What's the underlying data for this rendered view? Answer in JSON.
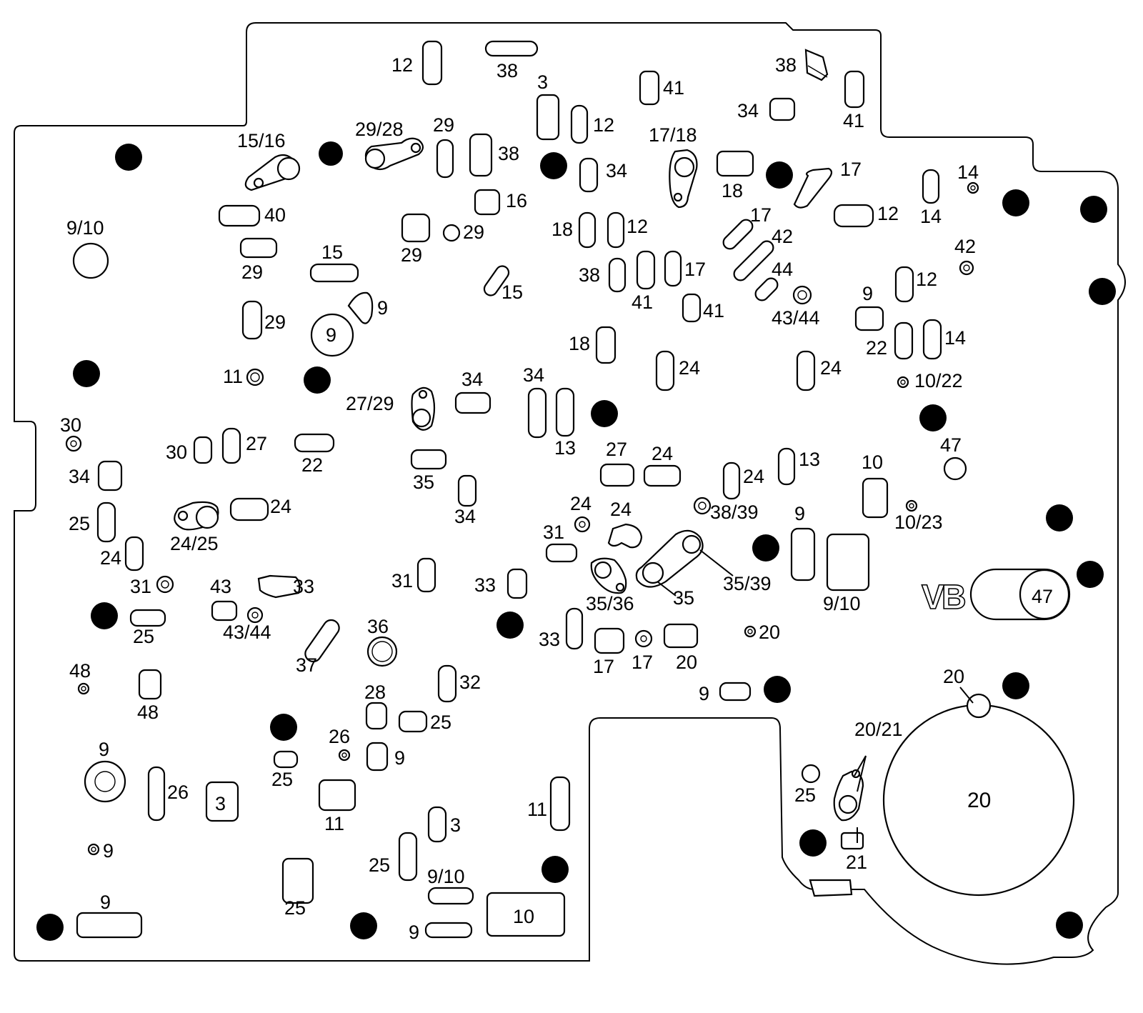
{
  "labels": {
    "l12a": "12",
    "l38a": "38",
    "l3a": "3",
    "l12b": "12",
    "l41a": "41",
    "l38b": "38",
    "l34a": "34",
    "l41b": "41",
    "l1516": "15/16",
    "l2928": "29/28",
    "l29a": "29",
    "l38c": "38",
    "l34b": "34",
    "l1718": "17/18",
    "l18a": "18",
    "l17a": "17",
    "l14a": "14",
    "l14b": "14",
    "l12c": "12",
    "l16": "16",
    "l40": "40",
    "l910a": "9/10",
    "l29b": "29",
    "l29c": "29",
    "l29d": "29",
    "l15a": "15",
    "l15b": "15",
    "l18b": "18",
    "l12d": "12",
    "l17b": "17",
    "l42a": "42",
    "l44": "44",
    "l38d": "38",
    "l41c": "41",
    "l17c": "17",
    "l41d": "41",
    "l4344a": "43/44",
    "l42b": "42",
    "l12e": "12",
    "l9a": "9",
    "l29e": "29",
    "l9b": "9",
    "l9c": "9",
    "l22a": "22",
    "l14c": "14",
    "l18c": "18",
    "l24a": "24",
    "l24b": "24",
    "l1022": "10/22",
    "l11a": "11",
    "l2729": "27/29",
    "l34c": "34",
    "l34d": "34",
    "l13a": "13",
    "l30a": "30",
    "l30b": "30",
    "l27a": "27",
    "l22b": "22",
    "l35a": "35",
    "l34e": "34",
    "l27b": "27",
    "l24c": "24",
    "l24d": "24",
    "l13b": "13",
    "l10a": "10",
    "l47a": "47",
    "l34f": "34",
    "l25a": "25",
    "l2425": "24/25",
    "l24e": "24",
    "l24f": "24",
    "l24g": "24",
    "l3839": "38/39",
    "l1023": "10/23",
    "l24h": "24",
    "l31a": "31",
    "l9d": "9",
    "l31b": "31",
    "l31c": "31",
    "l43": "43",
    "l33a": "33",
    "l33b": "33",
    "l3536": "35/36",
    "l35b": "35",
    "l3539": "35/39",
    "l910b": "9/10",
    "l25b": "25",
    "l4344b": "43/44",
    "l37": "37",
    "l36": "36",
    "l33c": "33",
    "l17d": "17",
    "l17e": "17",
    "l20a": "20",
    "l20b": "20",
    "l48a": "48",
    "l48b": "48",
    "l32": "32",
    "l28": "28",
    "l25c": "25",
    "l9e": "9",
    "l20c": "20",
    "l26a": "26",
    "l9f": "9",
    "l2021": "20/21",
    "l25d": "25",
    "l20d": "20",
    "l26b": "26",
    "l25e": "25",
    "l3b": "3",
    "l11b": "11",
    "l11c": "11",
    "l3c": "3",
    "l9g": "9",
    "l25f": "25",
    "l21": "21",
    "l25g": "25",
    "l910c": "9/10",
    "l9h": "9",
    "l9i": "9",
    "l10b": "10",
    "l47b": "47",
    "lVB": "VB"
  }
}
